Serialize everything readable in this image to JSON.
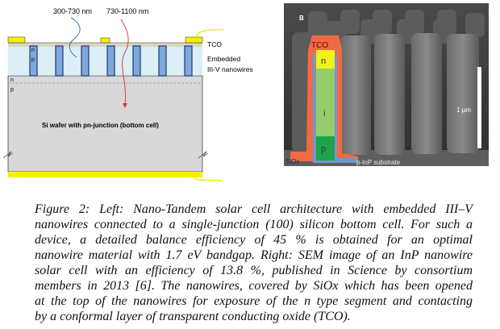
{
  "left_diagram": {
    "label_short_wl": "300-730 nm",
    "label_long_wl": "730-1100 nm",
    "label_tco": "TCO",
    "label_embedded_1": "Embedded",
    "label_embedded_2": "III-V nanowires",
    "label_nw_n": "n",
    "label_nw_p": "p",
    "label_si_n": "n",
    "label_si_p": "p",
    "label_wafer": "Si wafer with pn-junction (bottom cell)"
  },
  "sem_image": {
    "panel_label": "B",
    "label_tco": "TCO",
    "label_n": "n",
    "label_i": "i",
    "label_p": "p",
    "label_siox": "SiOx",
    "label_substrate": "p-InP substrate",
    "scale_bar": "1 µm"
  },
  "caption": {
    "lines": [
      "Figure 2: Left: Nano-Tandem solar cell architecture with embedded III–V",
      "nanowires connected to a single-junction (100) silicon bottom cell. For such a",
      "device, a detailed balance efficiency of 45 % is obtained for an optimal",
      "nanowire material with 1.7 eV bandgap. Right: SEM image of an InP nanowire",
      "solar cell with an efficiency of 13.8 %, published in Science by consortium",
      "members in 2013 [6]. The nanowires, covered by SiOx which has been opened",
      "at the top of the nanowires for exposure of the n type segment and contacting",
      "by a conformal layer of transparent conducting oxide (TCO)."
    ]
  }
}
